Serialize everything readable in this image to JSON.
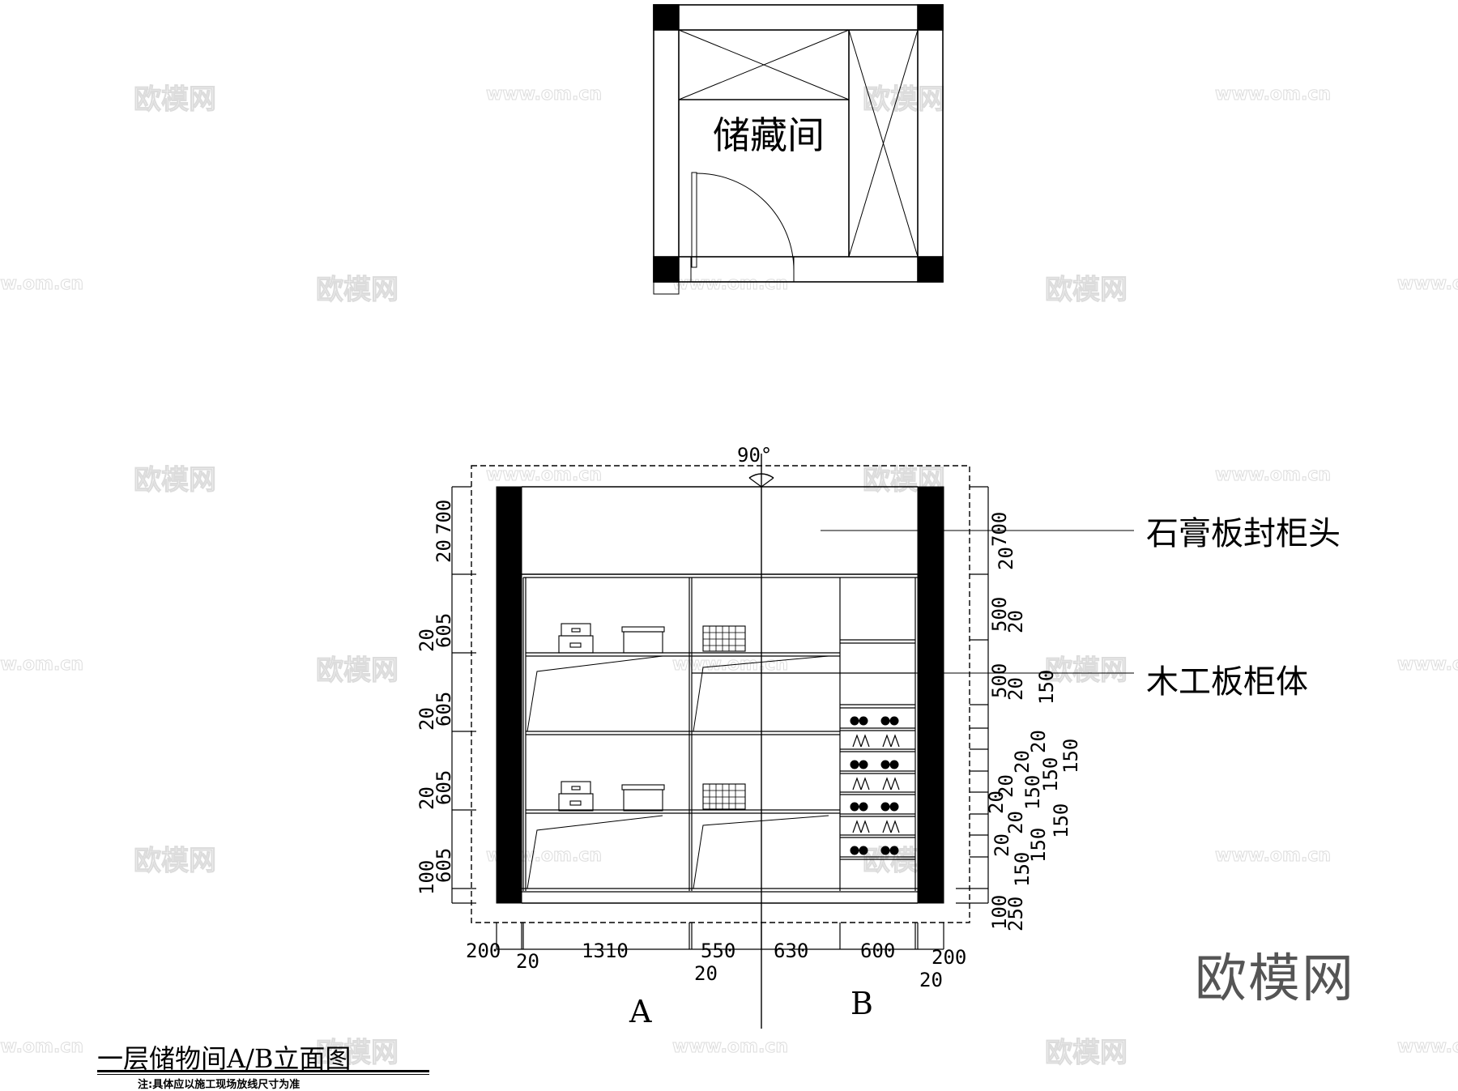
{
  "floor_plan": {
    "room_label": "储藏间"
  },
  "elevation": {
    "angle_label": "90°",
    "callouts": [
      {
        "label": "石膏板封柜头"
      },
      {
        "label": "木工板柜体"
      }
    ],
    "left_dims": [
      "700",
      "20",
      "605",
      "20",
      "605",
      "20",
      "605",
      "20",
      "605",
      "100"
    ],
    "right_dims": [
      "700",
      "20",
      "500",
      "20",
      "500",
      "20",
      "150",
      "20",
      "150",
      "20",
      "150",
      "20",
      "150",
      "20",
      "150",
      "20",
      "150",
      "20",
      "150",
      "100",
      "250"
    ],
    "bottom_dims": [
      "200",
      "20",
      "1310",
      "20",
      "550",
      "630",
      "600",
      "20",
      "200"
    ],
    "section_markers": [
      "A",
      "B"
    ]
  },
  "drawing": {
    "title": "一层储物间A/B立面图",
    "note": "注:具体应以施工现场放线尺寸为准"
  },
  "watermarks": {
    "brand": "欧模网",
    "url": "www.om.cn"
  },
  "logo": {
    "text": "欧模网"
  }
}
